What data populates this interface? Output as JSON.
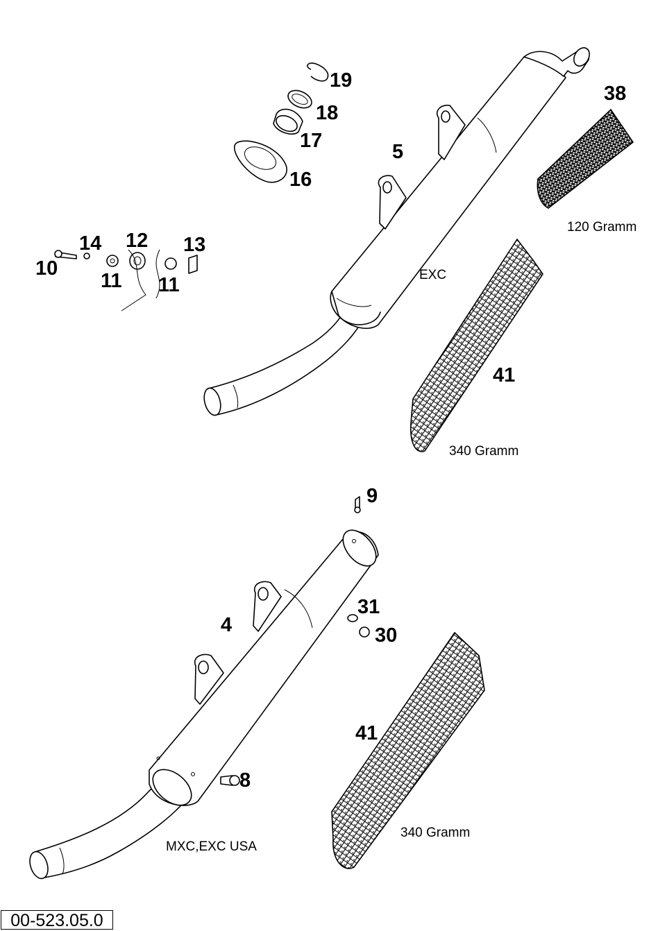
{
  "diagram": {
    "reference_code": "00-523.05.0",
    "callouts": [
      {
        "id": "19",
        "label": "19"
      },
      {
        "id": "18",
        "label": "18"
      },
      {
        "id": "17",
        "label": "17"
      },
      {
        "id": "16",
        "label": "16"
      },
      {
        "id": "5",
        "label": "5"
      },
      {
        "id": "38",
        "label": "38"
      },
      {
        "id": "14",
        "label": "14"
      },
      {
        "id": "12",
        "label": "12"
      },
      {
        "id": "13",
        "label": "13"
      },
      {
        "id": "10",
        "label": "10"
      },
      {
        "id": "11a",
        "label": "11"
      },
      {
        "id": "11b",
        "label": "11"
      },
      {
        "id": "41a",
        "label": "41"
      },
      {
        "id": "9",
        "label": "9"
      },
      {
        "id": "31",
        "label": "31"
      },
      {
        "id": "30",
        "label": "30"
      },
      {
        "id": "4",
        "label": "4"
      },
      {
        "id": "41b",
        "label": "41"
      },
      {
        "id": "8",
        "label": "8"
      }
    ],
    "notes": {
      "gramm_120": "120 Gramm",
      "exc": "EXC",
      "gramm_340_top": "340 Gramm",
      "gramm_340_bottom": "340 Gramm",
      "mxc_exc_usa": "MXC,EXC USA"
    }
  }
}
